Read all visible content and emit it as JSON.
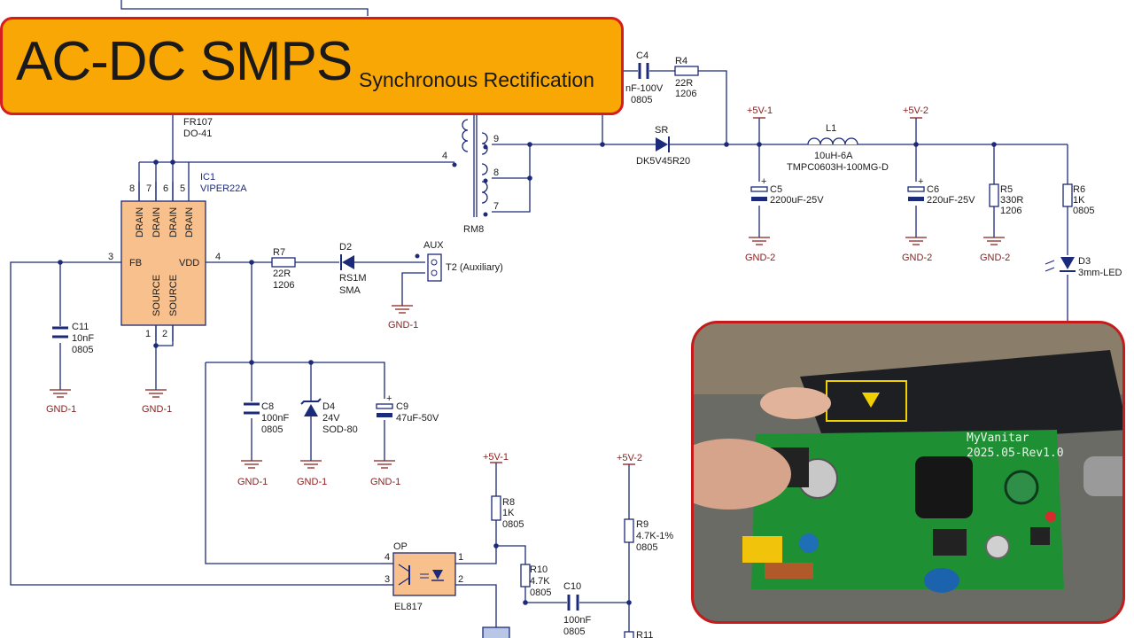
{
  "title": {
    "main": "AC-DC SMPS",
    "sub": "Synchronous Rectification"
  },
  "labels": {
    "fr107": "FR107",
    "do41": "DO-41",
    "ic1_ref": "IC1",
    "ic1_val": "VIPER22A",
    "ic_drain": "DRAIN",
    "ic_source": "SOURCE",
    "ic_fb": "FB",
    "ic_vdd": "VDD",
    "p8": "8",
    "p7": "7",
    "p6": "6",
    "p5": "5",
    "p3": "3",
    "p4": "4",
    "p1": "1",
    "p2": "2",
    "t_pin4": "4",
    "t_pin9": "9",
    "t_pin8": "8",
    "t_pin7": "7",
    "t_ref": "RM8",
    "c4_ref": "C4",
    "c4_val": "nF-100V",
    "c4_pkg": "0805",
    "r4_ref": "R4",
    "r4_val": "22R",
    "r4_pkg": "1206",
    "sr_ref": "SR",
    "sr_val": "DK5V45R20",
    "net_5v1_a": "+5V-1",
    "net_5v2_a": "+5V-2",
    "l1_ref": "L1",
    "l1_val": "10uH-6A",
    "l1_part": "TMPC0603H-100MG-D",
    "c5_ref": "C5",
    "c5_val": "2200uF-25V",
    "c6_ref": "C6",
    "c6_val": "220uF-25V",
    "r5_ref": "R5",
    "r5_val": "330R",
    "r5_pkg": "1206",
    "r6_ref": "R6",
    "r6_val": "1K",
    "r6_pkg": "0805",
    "d3_ref": "D3",
    "d3_val": "3mm-LED",
    "gnd2": "GND-2",
    "gnd1": "GND-1",
    "r7_ref": "R7",
    "r7_val": "22R",
    "r7_pkg": "1206",
    "d2_ref": "D2",
    "d2_val": "RS1M",
    "d2_pkg": "SMA",
    "aux_lbl": "AUX",
    "t2_lbl": "T2 (Auxiliary)",
    "c11_ref": "C11",
    "c11_val": "10nF",
    "c11_pkg": "0805",
    "c8_ref": "C8",
    "c8_val": "100nF",
    "c8_pkg": "0805",
    "d4_ref": "D4",
    "d4_val": "24V",
    "d4_pkg": "SOD-80",
    "c9_ref": "C9",
    "c9_val": "47uF-50V",
    "net_5v1_b": "+5V-1",
    "net_5v2_b": "+5V-2",
    "r8_ref": "R8",
    "r8_val": "1K",
    "r8_pkg": "0805",
    "r9_ref": "R9",
    "r9_val": "4.7K-1%",
    "r9_pkg": "0805",
    "r10_ref": "R10",
    "r10_val": "4.7K",
    "r10_pkg": "0805",
    "c10_ref": "C10",
    "c10_val": "100nF",
    "c10_pkg": "0805",
    "r11_ref": "R11",
    "op_ref": "OP",
    "op_val": "EL817",
    "op_p4": "4",
    "op_p3": "3",
    "op_p1": "1",
    "op_p2": "2"
  },
  "photo": {
    "board_name": "MyVanitar",
    "board_rev": "2025.05-Rev1.0"
  },
  "colors": {
    "banner": "#f9a704",
    "border": "#d61c1c",
    "wire": "#1c2a7a",
    "ic_fill": "#f7c08c",
    "net": "#8b1c1c",
    "pcb": "#1e8f33"
  }
}
